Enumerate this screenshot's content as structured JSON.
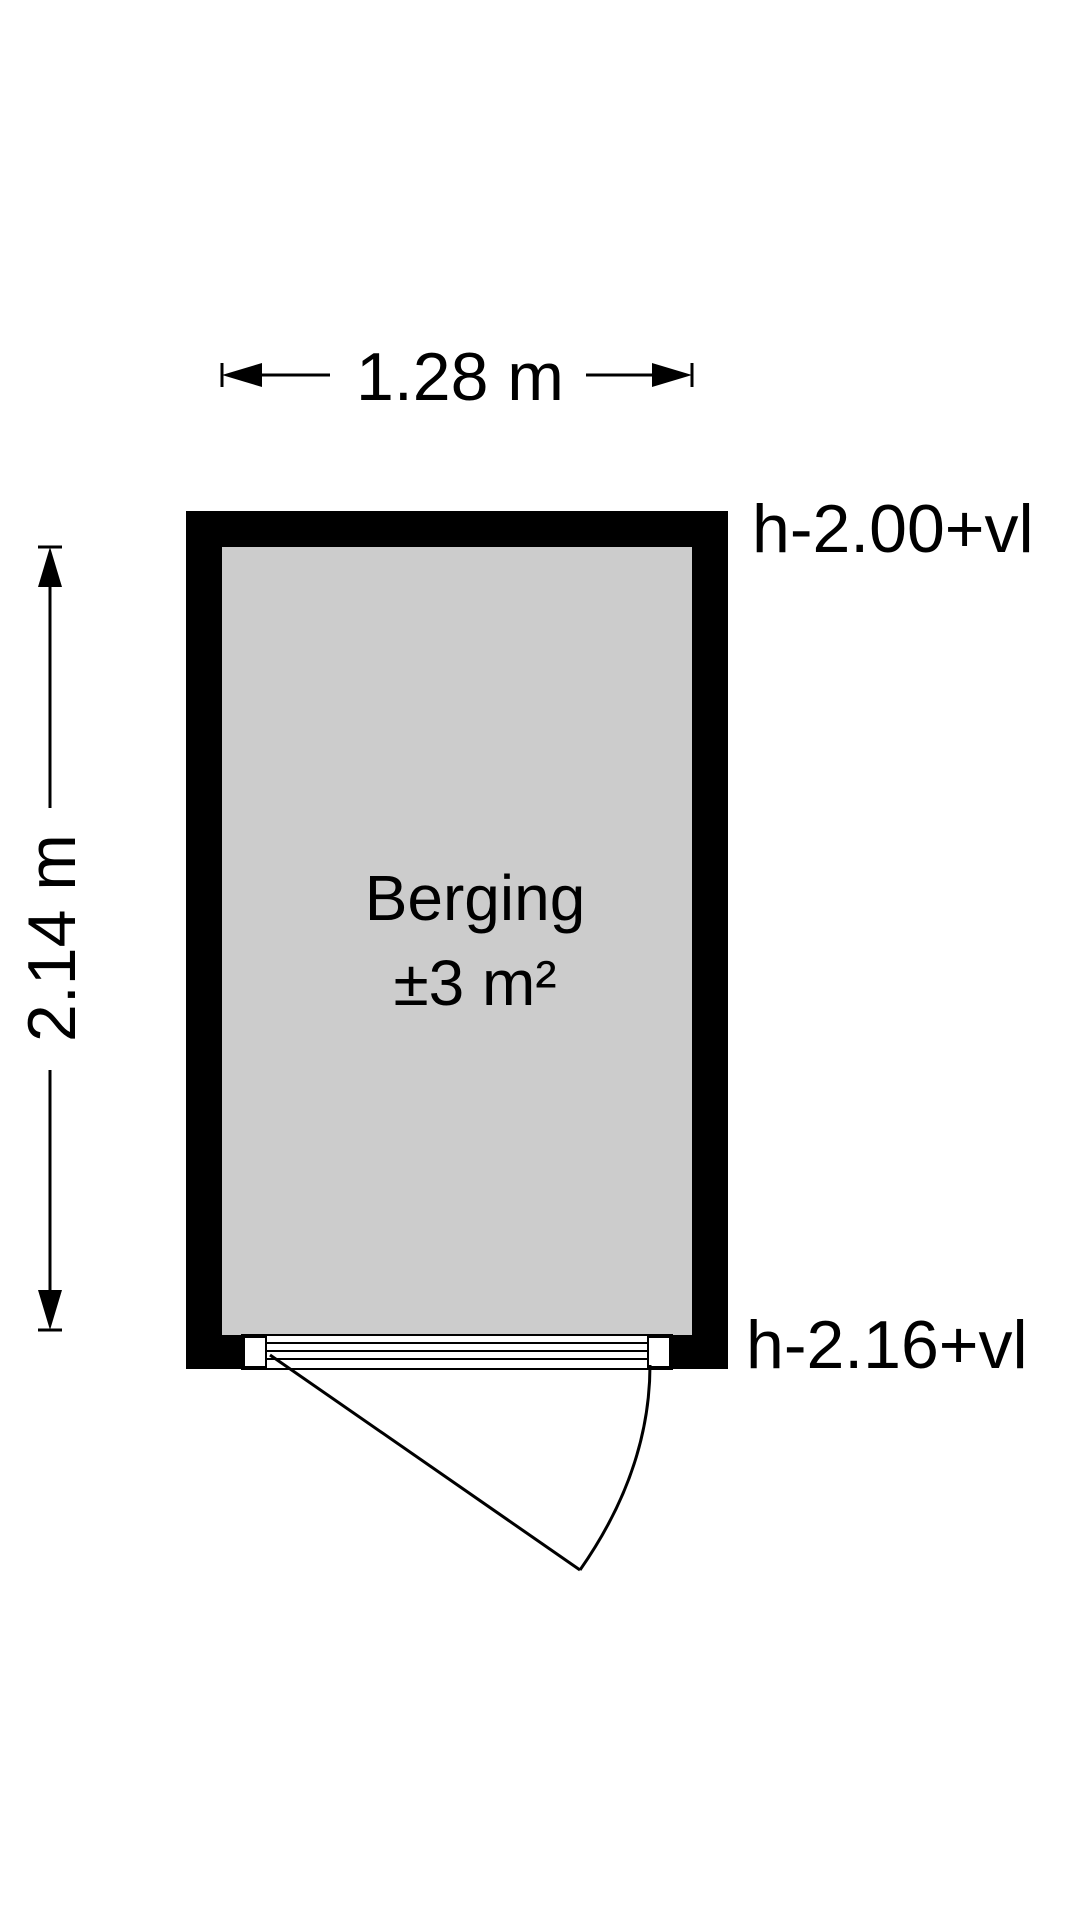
{
  "floorplan": {
    "width_dimension": "1.28 m",
    "height_dimension": "2.14 m",
    "room": {
      "name": "Berging",
      "area": "±3 m²"
    },
    "top_height_label": "h-2.00+vl",
    "bottom_height_label": "h-2.16+vl"
  },
  "colors": {
    "wall": "#000000",
    "floor": "#cccccc",
    "background": "#ffffff"
  }
}
